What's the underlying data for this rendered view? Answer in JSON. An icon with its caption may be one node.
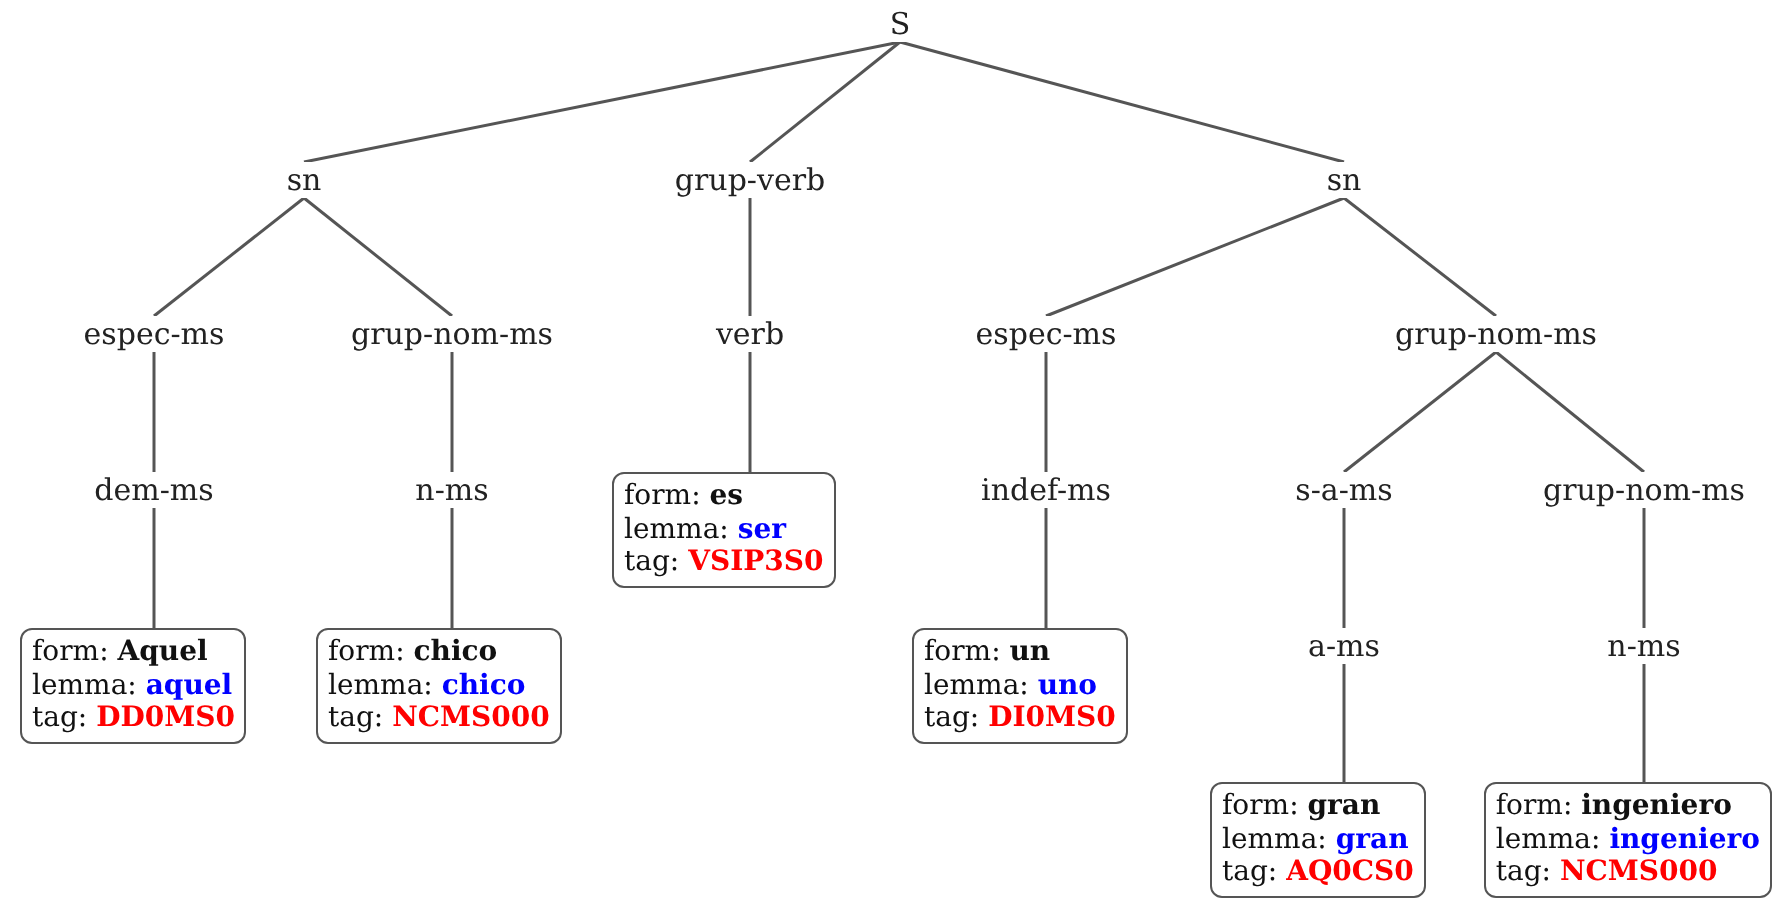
{
  "diagram": {
    "nodes": [
      {
        "text": [
          "S"
        ]
      },
      {
        "text": [
          "sn"
        ]
      },
      {
        "text": [
          "grup-verb"
        ]
      },
      {
        "text": [
          "sn"
        ]
      },
      {
        "text": [
          "espec-ms"
        ]
      },
      {
        "text": [
          "grup-nom-ms"
        ]
      },
      {
        "text": [
          "verb"
        ]
      },
      {
        "text": [
          "espec-ms"
        ]
      },
      {
        "text": [
          "grup-nom-ms"
        ]
      },
      {
        "text": [
          "dem-ms"
        ]
      },
      {
        "text": [
          "n-ms"
        ]
      },
      {
        "text": [
          "form: **es**",
          "lemma: **ser**",
          "tag: **VSIP3S0**"
        ]
      },
      {
        "text": [
          "indef-ms"
        ]
      },
      {
        "text": [
          "s-a-ms"
        ]
      },
      {
        "text": [
          "grup-nom-ms"
        ]
      },
      {
        "text": [
          "form: **Aquel**",
          "lemma: **aquel**",
          "tag: **DD0MS0**"
        ]
      },
      {
        "text": [
          "form: **chico**",
          "lemma: **chico**",
          "tag: **NCMS000**"
        ]
      },
      {
        "text": [
          "form: **un**",
          "lemma: **uno**",
          "tag: **DI0MS0**"
        ]
      },
      {
        "text": [
          "a-ms"
        ]
      },
      {
        "text": [
          "n-ms"
        ]
      },
      {
        "text": [
          "form: **gran**",
          "lemma: **gran**",
          "tag: **AQ0CS0**"
        ]
      },
      {
        "text": [
          "form: **ingeniero**",
          "lemma: **ingeniero**",
          "tag: **NCMS000**"
        ]
      }
    ],
    "edges": [
      {
        "from": 0,
        "to": 1,
        "arrow": "none"
      },
      {
        "from": 0,
        "to": 2,
        "arrow": "none"
      },
      {
        "from": 0,
        "to": 3,
        "arrow": "none"
      },
      {
        "from": 1,
        "to": 4,
        "arrow": "none"
      },
      {
        "from": 1,
        "to": 5,
        "arrow": "none"
      },
      {
        "from": 2,
        "to": 6,
        "arrow": "none"
      },
      {
        "from": 3,
        "to": 7,
        "arrow": "none"
      },
      {
        "from": 3,
        "to": 8,
        "arrow": "none"
      },
      {
        "from": 4,
        "to": 9,
        "arrow": "none"
      },
      {
        "from": 5,
        "to": 10,
        "arrow": "none"
      },
      {
        "from": 6,
        "to": 11,
        "arrow": "none"
      },
      {
        "from": 7,
        "to": 12,
        "arrow": "none"
      },
      {
        "from": 8,
        "to": 13,
        "arrow": "none"
      },
      {
        "from": 8,
        "to": 14,
        "arrow": "none"
      },
      {
        "from": 9,
        "to": 15,
        "arrow": "none"
      },
      {
        "from": 10,
        "to": 16,
        "arrow": "none"
      },
      {
        "from": 12,
        "to": 17,
        "arrow": "none"
      },
      {
        "from": 13,
        "to": 18,
        "arrow": "none"
      },
      {
        "from": 14,
        "to": 19,
        "arrow": "none"
      },
      {
        "from": 18,
        "to": 20,
        "arrow": "none"
      },
      {
        "from": 19,
        "to": 21,
        "arrow": "none"
      }
    ]
  }
}
